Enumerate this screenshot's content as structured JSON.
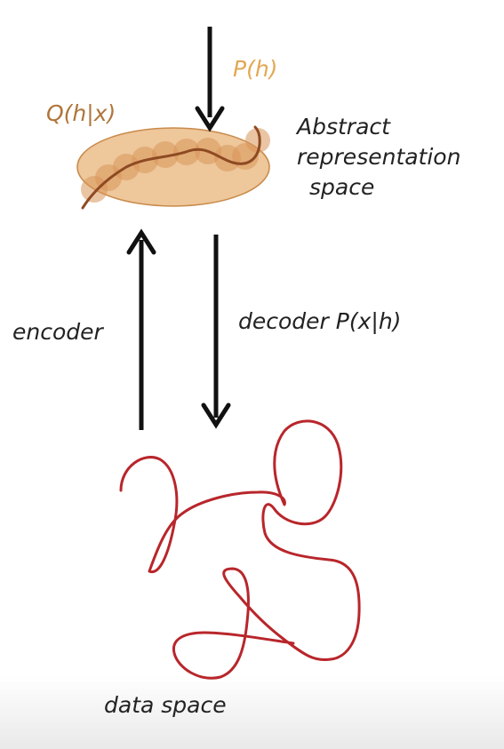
{
  "labels": {
    "prior": "P(h)",
    "posterior": "Q(h|x)",
    "abstract_line1": "Abstract",
    "abstract_line2": "representation",
    "abstract_line3": "space",
    "encoder": "encoder",
    "decoder": "decoder P(x|h)",
    "data_space": "data space"
  },
  "colors": {
    "prior_label": "#e2a852",
    "posterior_label": "#b0753a",
    "ellipse_fill": "#e8b47a",
    "blob_fill": "#d9955a",
    "latent_curve": "#8e4a22",
    "data_curve": "#b8262b",
    "arrow": "#111111"
  },
  "icons": {
    "arrows": "arrow-icon"
  }
}
